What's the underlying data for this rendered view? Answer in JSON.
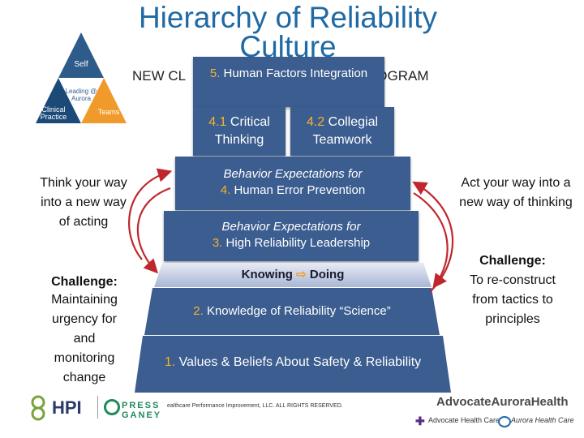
{
  "title": "Hierarchy of Reliability Culture",
  "subtitle_left": "NEW CL",
  "subtitle_right": "ROGRAM",
  "triangle": {
    "top": "Self",
    "center": "Leading @ Aurora",
    "left": "Clinical Practice",
    "right": "Teams"
  },
  "tiers": {
    "t5": {
      "num": "5.",
      "text": "Human Factors Integration"
    },
    "t41": {
      "num": "4.1",
      "text": "Critical Thinking"
    },
    "t42": {
      "num": "4.2",
      "text": "Collegial Teamwork"
    },
    "t4": {
      "line1": "Behavior Expectations for",
      "num": "4.",
      "text": "Human Error Prevention"
    },
    "t3": {
      "line1": "Behavior Expectations for",
      "num": "3.",
      "text": "High Reliability Leadership"
    },
    "bridge": {
      "left": "Knowing",
      "arrow": "⇨",
      "right": "Doing"
    },
    "t2": {
      "num": "2.",
      "text": "Knowledge of Reliability “Science”"
    },
    "t1": {
      "num": "1.",
      "text": "Values & Beliefs About Safety & Reliability"
    }
  },
  "left_side": {
    "main": "Think your way into a new way of acting",
    "challenge_label": "Challenge:",
    "challenge_text": "Maintaining urgency for and monitoring change"
  },
  "right_side": {
    "main": "Act your way into a new way of thinking",
    "challenge_label": "Challenge:",
    "challenge_text": "To re-construct from tactics to principles"
  },
  "footer": {
    "hpi": "HPI",
    "pressganey": "PRESS GANEY",
    "copyright": "ealthcare Performance Improvement, LLC. ALL RIGHTS RESERVED.",
    "advocate_aurora": "AdvocateAuroraHealth",
    "advocate": "Advocate Health Care",
    "aurora": "Aurora Health Care"
  },
  "colors": {
    "title": "#1f6aa5",
    "block": "#3b5d8f",
    "number": "#f7b32b",
    "arrow": "#c0272d",
    "tri_top": "#2e5c8a",
    "tri_left": "#1c4a78",
    "tri_right": "#f09a2c",
    "tri_center": "#ffffff"
  }
}
